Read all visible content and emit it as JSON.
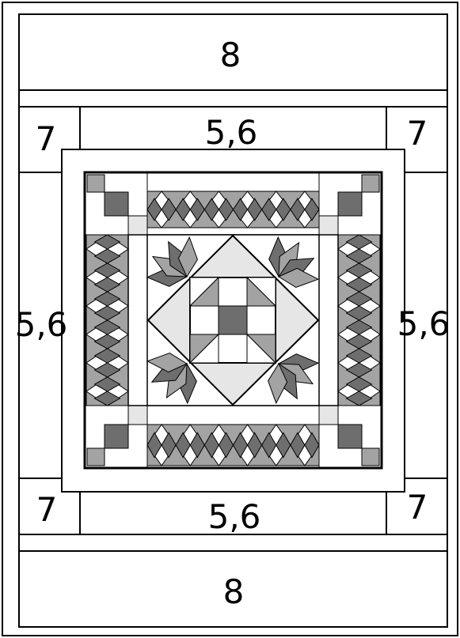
{
  "labels": {
    "border_top": "8",
    "border_bottom": "8",
    "corner_top_left": "7",
    "corner_top_right": "7",
    "corner_bottom_left": "7",
    "corner_bottom_right": "7",
    "side_top": "5,6",
    "side_bottom": "5,6",
    "side_left": "5,6",
    "side_right": "5,6"
  },
  "colors": {
    "dark": "#6e6e6e",
    "medium": "#a3a3a3",
    "light": "#e6e6e6",
    "white": "#ffffff",
    "line": "#000000"
  }
}
